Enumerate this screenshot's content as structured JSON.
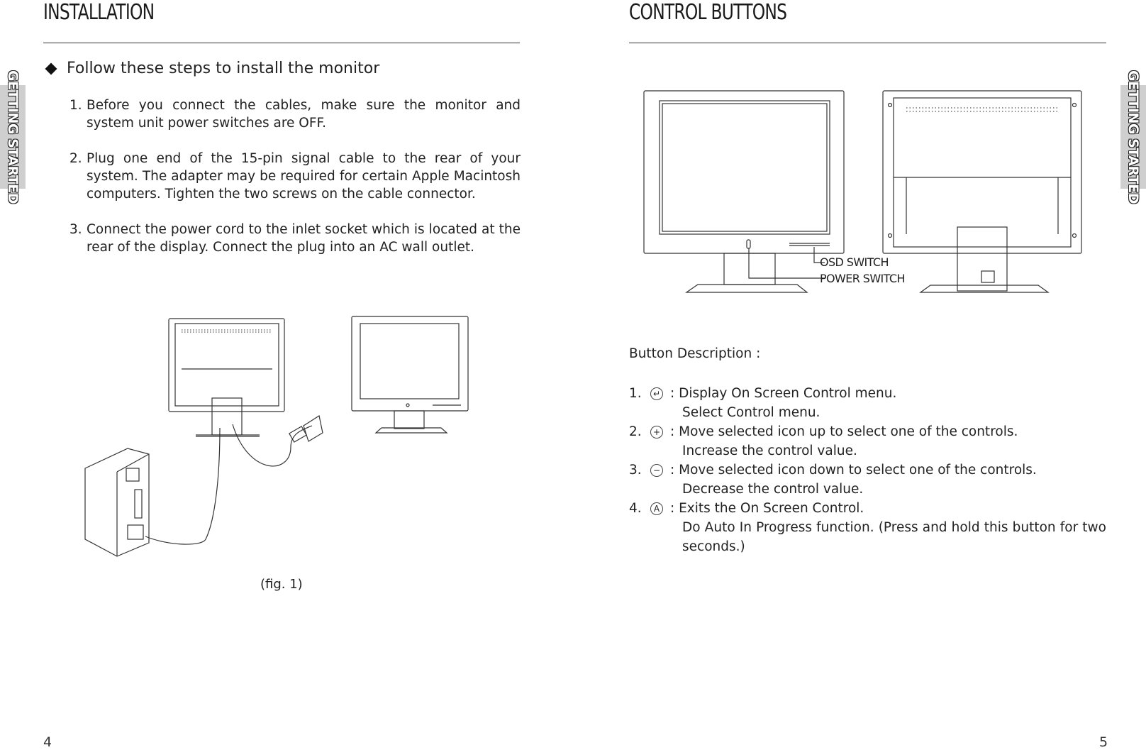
{
  "left_page": {
    "heading": "INSTALLATION",
    "side_tab": "GETTING STARTED",
    "bullet": "Follow these steps to install the monitor",
    "steps": [
      {
        "num": "1.",
        "text": "Before you connect the cables, make sure the monitor and system unit power switches are OFF."
      },
      {
        "num": "2.",
        "text": "Plug one end of the 15-pin signal cable to the rear of your system. The adapter may be required for certain Apple Macintosh computers. Tighten the two screws on the cable connector."
      },
      {
        "num": "3.",
        "text": "Connect the power cord to the inlet socket which is located at the rear of the display. Connect the plug  into an AC wall outlet."
      }
    ],
    "figure_caption": "(fig. 1)",
    "page_number": "4"
  },
  "right_page": {
    "heading": "CONTROL BUTTONS",
    "side_tab": "GETTING STARTED",
    "diagram_labels": {
      "osd": "OSD SWITCH",
      "power": "POWER SWITCH"
    },
    "description_title": "Button Description :",
    "buttons": [
      {
        "num": "1.",
        "icon": "↵",
        "line1": ": Display On Screen Control menu.",
        "line2": "Select Control menu."
      },
      {
        "num": "2.",
        "icon": "+",
        "line1": ": Move selected icon up to select one of the controls.",
        "line2": "Increase the control value."
      },
      {
        "num": "3.",
        "icon": "−",
        "line1": ": Move selected icon down to select one of the controls.",
        "line2": "Decrease the control value."
      },
      {
        "num": "4.",
        "icon": "A",
        "line1": ": Exits the On Screen Control.",
        "line2": "Do Auto In Progress function. (Press and hold this button for two seconds.)"
      }
    ],
    "page_number": "5"
  }
}
